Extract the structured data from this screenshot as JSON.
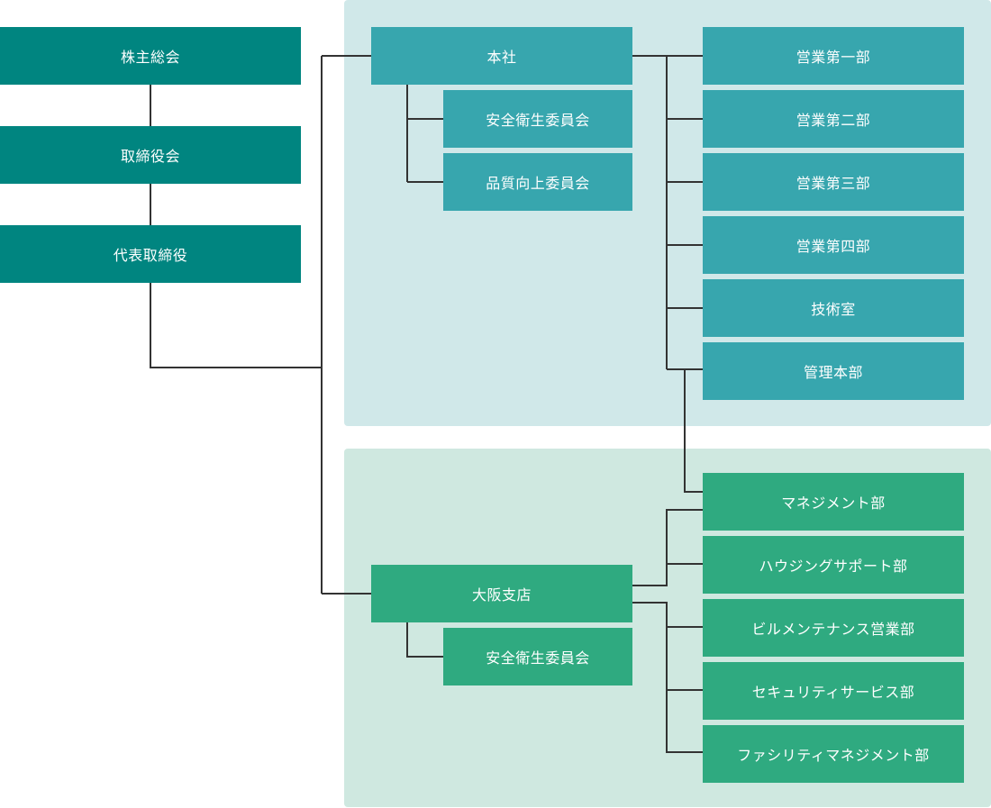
{
  "governance": {
    "shareholders": "株主総会",
    "board": "取締役会",
    "representative": "代表取締役"
  },
  "head_office": {
    "name": "本社",
    "committees": [
      "安全衛生委員会",
      "品質向上委員会"
    ],
    "departments": [
      "営業第一部",
      "営業第二部",
      "営業第三部",
      "営業第四部",
      "技術室",
      "管理本部"
    ]
  },
  "osaka_branch": {
    "name": "大阪支店",
    "committees": [
      "安全衛生委員会"
    ],
    "departments": [
      "マネジメント部",
      "ハウジングサポート部",
      "ビルメンテナンス営業部",
      "セキュリティサービス部",
      "ファシリティマネジメント部"
    ]
  },
  "colors": {
    "governance_box": "#008580",
    "head_office_box": "#37a6ae",
    "osaka_box": "#2faa80",
    "head_office_panel": "#d0e8e9",
    "osaka_panel": "#cfe8e0",
    "line": "#333333"
  }
}
